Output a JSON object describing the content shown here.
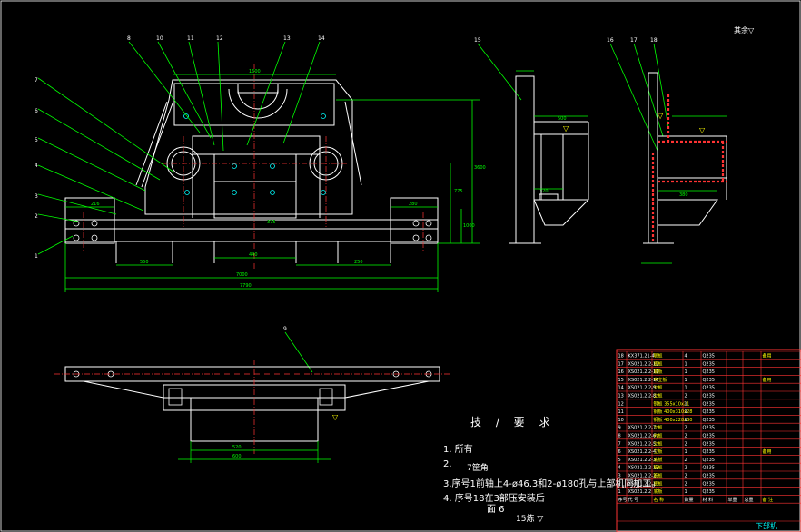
{
  "notes": {
    "title": "技 / 要 求",
    "n1": "1. 所有",
    "n2": "2.",
    "n2b": "7筐角",
    "n3": "3.序号1前轴上4-ø46.3和2-ø180孔与上部机同加工。",
    "n4": "4. 序号18在3部压安装后",
    "n4b": "面 6",
    "n5": "15炼 ▽"
  },
  "corner": "其余▽",
  "dims": {
    "top_width": "1600",
    "base_total": "7790",
    "base_inner": "7000",
    "d216": "216",
    "d440": "440",
    "d550": "550",
    "d250": "250",
    "d280": "280",
    "d375": "375",
    "h775": "775",
    "h1000": "1000",
    "h3600": "3600",
    "side_500": "500",
    "side_320": "320",
    "side_380": "380",
    "plan_520": "520",
    "plan_600": "600"
  },
  "balloons": [
    "1",
    "2",
    "3",
    "4",
    "5",
    "6",
    "7",
    "8",
    "9",
    "10",
    "11",
    "12",
    "13",
    "14",
    "15",
    "16",
    "17",
    "18"
  ],
  "bom": {
    "rows": [
      [
        "18",
        "KX371.21-4",
        "联板",
        "4",
        "Q235",
        "",
        "",
        "备用"
      ],
      [
        "17",
        "XS021.2.2-12",
        "底板",
        "1",
        "Q235",
        "",
        "",
        ""
      ],
      [
        "16",
        "XS021.2.2-11",
        "底板",
        "1",
        "Q235",
        "",
        "",
        ""
      ],
      [
        "15",
        "XS021.2.2-10",
        "中立板",
        "1",
        "Q235",
        "",
        "",
        "备用"
      ],
      [
        "14",
        "XS021.2.2-9",
        "立板",
        "1",
        "Q235",
        "",
        "",
        ""
      ],
      [
        "13",
        "XS021.2.2-8",
        "立板",
        "2",
        "Q235",
        "",
        "",
        ""
      ],
      [
        "12",
        "",
        "钢板 355x10x21",
        "1",
        "Q235",
        "",
        "",
        ""
      ],
      [
        "11",
        "",
        "钢板 400x310x28",
        "1",
        "Q235",
        "",
        "",
        ""
      ],
      [
        "10",
        "",
        "钢板 400x228x30",
        "1",
        "Q235",
        "",
        "",
        ""
      ],
      [
        "9",
        "XS021.2.2-7",
        "立板",
        "2",
        "Q235",
        "",
        "",
        ""
      ],
      [
        "8",
        "XS021.2.2-6",
        "内板",
        "2",
        "Q235",
        "",
        "",
        ""
      ],
      [
        "7",
        "XS021.2.2-5",
        "立板",
        "2",
        "Q235",
        "",
        "",
        ""
      ],
      [
        "6",
        "XS021.2.2-4",
        "立板",
        "1",
        "Q235",
        "",
        "",
        "备用"
      ],
      [
        "5",
        "XS021.2.2-3",
        "底板",
        "2",
        "Q235",
        "",
        "",
        ""
      ],
      [
        "4",
        "XS021.2.2-13",
        "筋板",
        "2",
        "Q235",
        "",
        "",
        ""
      ],
      [
        "3",
        "XS021.2.2-2",
        "筋板",
        "2",
        "Q235",
        "",
        "",
        ""
      ],
      [
        "2",
        "XS021.2.2-1",
        "底板",
        "2",
        "Q235",
        "",
        "",
        ""
      ],
      [
        "1",
        "XS021.2.2",
        "底板",
        "1",
        "Q235",
        "",
        "",
        ""
      ]
    ],
    "header": [
      "序号",
      "代 号",
      "名 称",
      "数量",
      "材 料",
      "单重",
      "总重",
      "备 注"
    ],
    "footer": "下部机"
  }
}
